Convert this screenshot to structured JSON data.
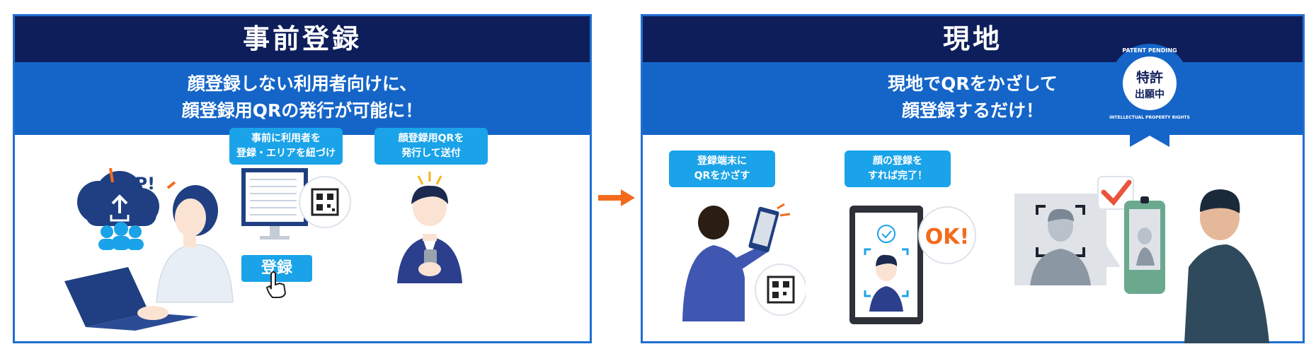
{
  "left": {
    "title": "事前登録",
    "subtitle_line1": "顔登録しない利用者向けに、",
    "subtitle_line2": "顔登録用QRの発行が可能に！",
    "up_label": "UP!",
    "step1_line1": "事前に利用者を",
    "step1_line2": "登録・エリアを紐づけ",
    "step2_line1": "顔登録用QRを",
    "step2_line2": "発行して送付",
    "register_button": "登録"
  },
  "right": {
    "title": "現地",
    "subtitle_line1": "現地でQRをかざして",
    "subtitle_line2": "顔登録するだけ！",
    "step1_line1": "登録端末に",
    "step1_line2": "QRをかざす",
    "step2_line1": "顔の登録を",
    "step2_line2": "すれば完了！",
    "ok_label": "OK!",
    "badge_top": "PATENT PENDING",
    "badge_main": "特許",
    "badge_sub": "出願中",
    "badge_bottom": "INTELLECTUAL PROPERTY RIGHTS"
  },
  "colors": {
    "navy": "#0e1e5b",
    "blue": "#1565c8",
    "sky": "#1aa3e8",
    "orange": "#f26b1d"
  }
}
